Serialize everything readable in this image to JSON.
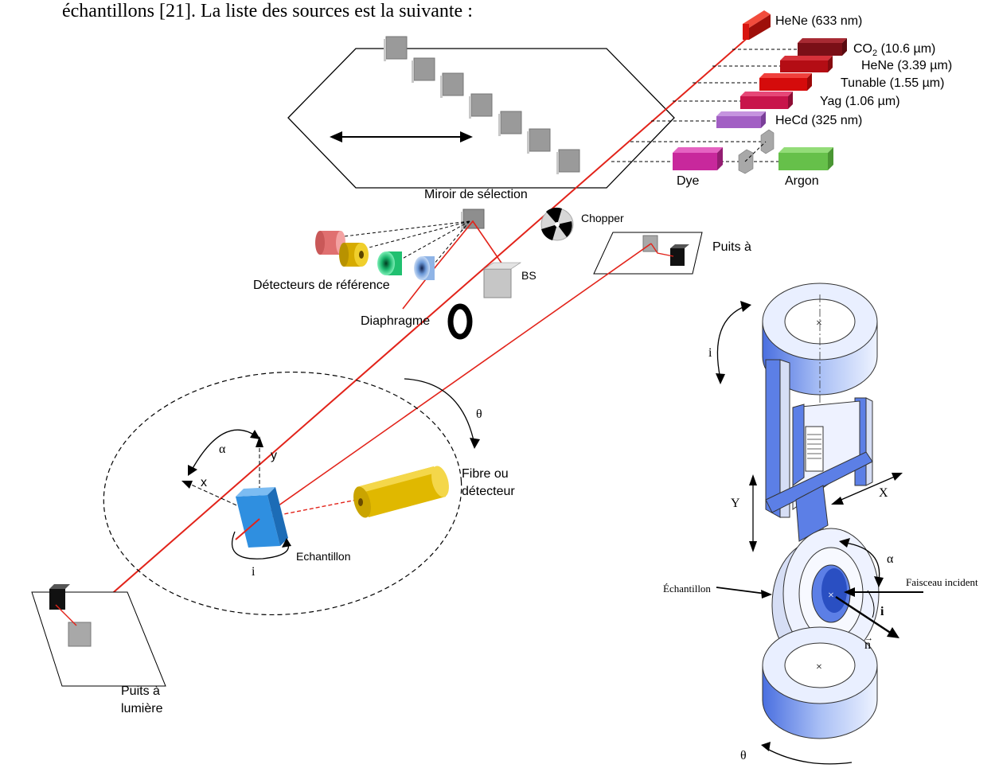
{
  "header": {
    "text": "échantillons [21]. La liste des sources est la suivante :"
  },
  "sources": {
    "hene633": "HeNe (633 nm)",
    "co2_base": "CO",
    "co2_sub": "2",
    "co2_rest": " (10.6 µm)",
    "hene339": "HeNe (3.39 µm)",
    "tunable": "Tunable (1.55 µm)",
    "yag": "Yag (1.06 µm)",
    "hecd": "HeCd (325 nm)",
    "dye": "Dye",
    "argon": "Argon"
  },
  "labels": {
    "miroir": "Miroir de sélection",
    "chopper": "Chopper",
    "puits_top": "Puits à",
    "detecteurs": "Détecteurs de référence",
    "bs": "BS",
    "diaphragme": "Diaphragme",
    "theta": "θ",
    "alpha": "α",
    "y": "y",
    "x": "x",
    "fibre1": "Fibre ou",
    "fibre2": "détecteur",
    "echantillon": "Echantillon",
    "i": "i",
    "puits_b1": "Puits à",
    "puits_b2": "lumière"
  },
  "holder": {
    "i": "i",
    "Y": "Y",
    "X": "X",
    "alpha": "α",
    "echantillon": "Échantillon",
    "faisceau": "Faisceau incident",
    "i_bold": "i",
    "n": "n",
    "theta": "θ"
  },
  "colors": {
    "beam": "#e2231a",
    "hene633": "#d8150f",
    "co2": "#7a0f17",
    "hene339": "#b40d14",
    "tunable": "#d50b0b",
    "yag": "#c8144a",
    "hecd": "#a25fc4",
    "dye": "#c8289c",
    "argon": "#66c04a",
    "sample": "#2f8fe0",
    "fiber": "#e0b800",
    "holder": "#5c7fe6"
  }
}
